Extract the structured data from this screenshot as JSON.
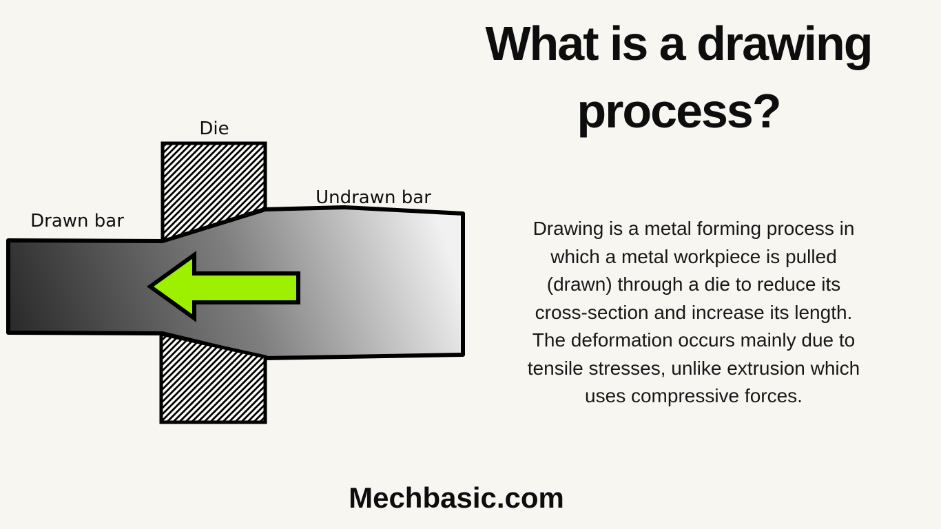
{
  "page": {
    "background_color": "#f8f6f1"
  },
  "title": {
    "line1": "What is a drawing",
    "line2": "process?"
  },
  "diagram": {
    "die_label": "Die",
    "drawn_bar_label": "Drawn bar",
    "undrawn_bar_label": "Undrawn bar",
    "colors": {
      "arrow_green": "#9df000",
      "bar_gradient_dark": "#222222",
      "bar_gradient_mid": "#7f7f7f",
      "bar_gradient_light": "#f1f1f1",
      "outline_black": "#000000",
      "die_fill": "#fdfdfa"
    }
  },
  "description": {
    "lines": [
      "Drawing is a metal forming process in",
      "which a metal workpiece is pulled",
      "(drawn) through a die to reduce its",
      "cross-section and increase its length.",
      "The deformation occurs mainly due to",
      "tensile stresses, unlike extrusion which",
      "uses compressive forces."
    ]
  },
  "footer": {
    "site_name": "Mechbasic.com"
  }
}
